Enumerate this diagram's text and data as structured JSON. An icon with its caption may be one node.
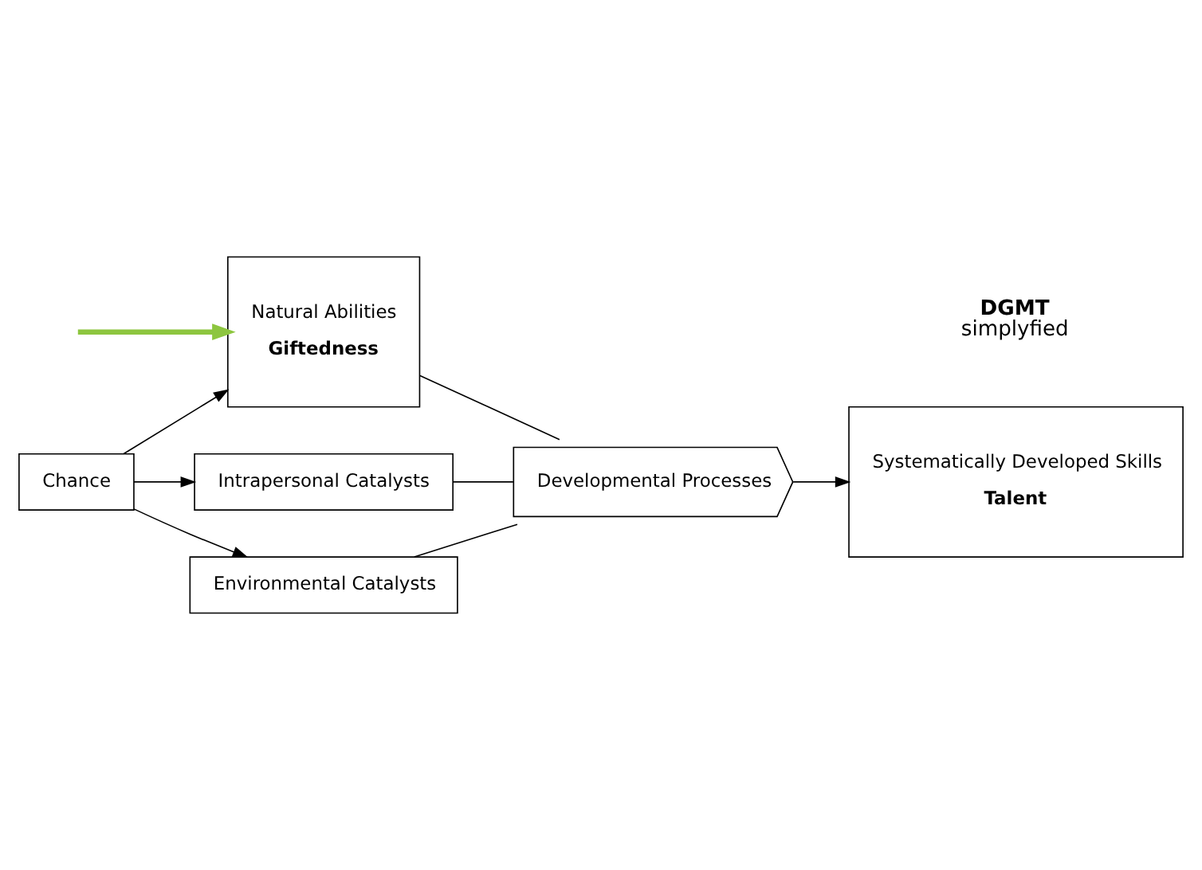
{
  "diagram": {
    "nodes": [
      {
        "text": [
          "Natural Abilities",
          "Giftedness"
        ]
      },
      {
        "text": [
          "Intrapersonal Catalysts"
        ]
      },
      {
        "text": [
          "Developmental Processes"
        ]
      },
      {
        "text": [
          "Systematically Developed Skills",
          "Talent"
        ]
      },
      {
        "text": [
          "Environmental Catalysts"
        ]
      },
      {
        "text": [
          "Chance"
        ]
      }
    ],
    "edges": [
      {
        "from": null,
        "to": 0,
        "arrow": "to",
        "style": "thick",
        "color": "#8dc63f"
      },
      {
        "from": 5,
        "to": 0,
        "arrow": "to"
      },
      {
        "from": 5,
        "to": 1,
        "arrow": "to"
      },
      {
        "from": 5,
        "to": 4,
        "arrow": "to"
      },
      {
        "from": 0,
        "to": 2,
        "arrow": "none"
      },
      {
        "from": 1,
        "to": 2,
        "arrow": "none"
      },
      {
        "from": 4,
        "to": 2,
        "arrow": "none"
      },
      {
        "from": 2,
        "to": 3,
        "arrow": "to"
      }
    ],
    "labels": [
      "DGMT",
      "simplyfied"
    ]
  }
}
